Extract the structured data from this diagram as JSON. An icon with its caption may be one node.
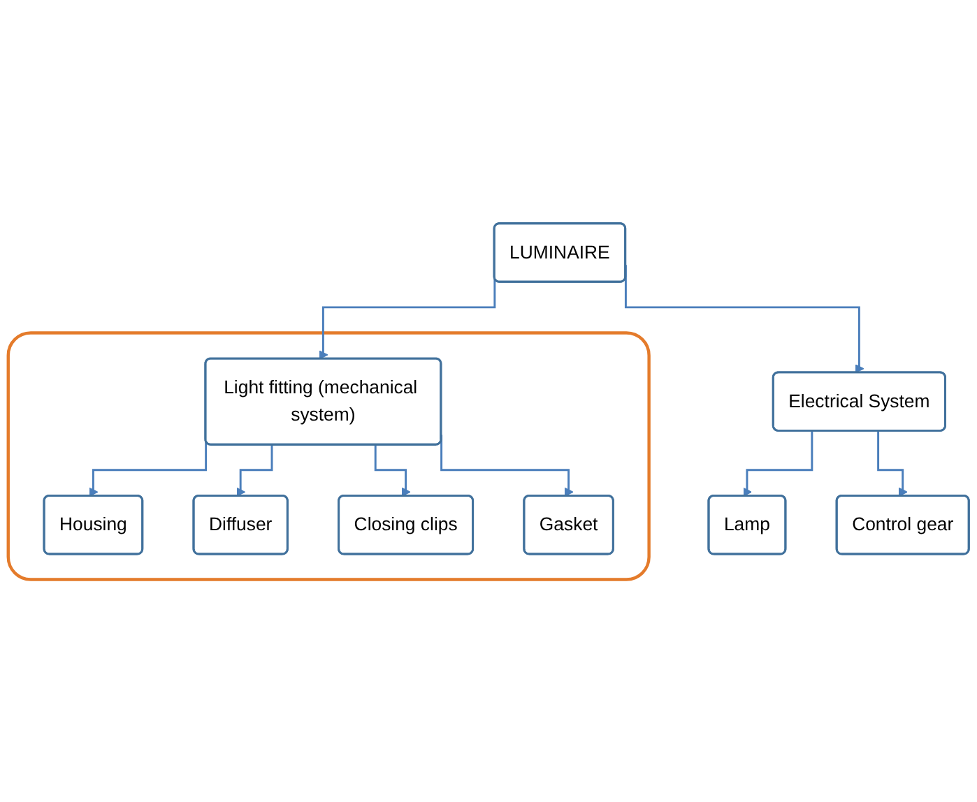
{
  "diagram": {
    "nodes": [
      {
        "text": [
          "LUMINAIRE"
        ]
      },
      {
        "text": [],
        "shape": "box"
      },
      {
        "text": [
          "Light fitting (mechanical system)"
        ],
        "in": 1
      },
      {
        "text": [
          "Housing"
        ],
        "in": 1
      },
      {
        "text": [
          "Diffuser"
        ],
        "in": 1
      },
      {
        "text": [
          "Closing clips"
        ],
        "in": 1
      },
      {
        "text": [
          "Gasket"
        ],
        "in": 1
      },
      {
        "text": [
          "Electrical System"
        ]
      },
      {
        "text": [
          "Lamp"
        ]
      },
      {
        "text": [
          "Control gear"
        ]
      }
    ],
    "edges": [
      {
        "from": 0,
        "to": 2,
        "arrow": "to"
      },
      {
        "from": 0,
        "to": 7,
        "arrow": "to"
      },
      {
        "from": 2,
        "to": 3,
        "arrow": "to"
      },
      {
        "from": 2,
        "to": 4,
        "arrow": "to"
      },
      {
        "from": 2,
        "to": 5,
        "arrow": "to"
      },
      {
        "from": 2,
        "to": 6,
        "arrow": "to"
      },
      {
        "from": 7,
        "to": 8,
        "arrow": "to"
      },
      {
        "from": 7,
        "to": 9,
        "arrow": "to"
      }
    ]
  }
}
